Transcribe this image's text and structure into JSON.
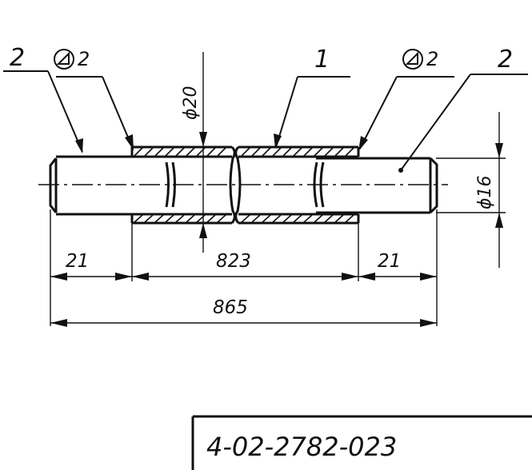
{
  "callouts": {
    "part_left": "2",
    "part_center": "1",
    "part_right": "2",
    "weld_left": "2",
    "weld_right": "2"
  },
  "dimensions": {
    "tube_diameter": "ϕ20",
    "rod_diameter": "ϕ16",
    "left_end": "21",
    "middle": "823",
    "right_end": "21",
    "overall": "865"
  },
  "title_block": {
    "number": "4-02-2782-023"
  }
}
